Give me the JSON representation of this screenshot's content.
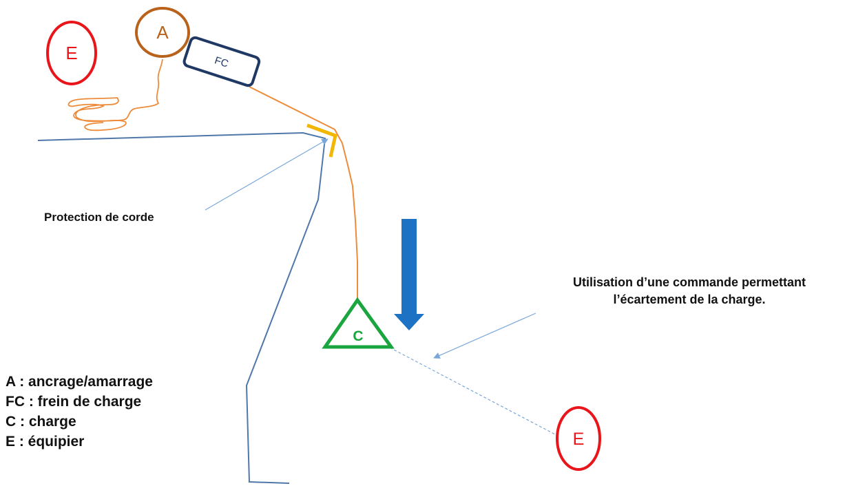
{
  "diagram": {
    "nodes": {
      "anchor": {
        "label": "A"
      },
      "load_brake": {
        "label": "FC"
      },
      "load": {
        "label": "C"
      },
      "teammate_top": {
        "label": "E"
      },
      "teammate_bottom": {
        "label": "E"
      }
    },
    "annotations": {
      "rope_protection": "Protection de corde",
      "guide_line_line1": "Utilisation d’une commande permettant",
      "guide_line_line2": "l’écartement  de la charge."
    },
    "legend": [
      "A : ancrage/amarrage",
      "FC : frein de charge",
      "C : charge",
      "E : équipier"
    ],
    "colors": {
      "teammate": "#e8161a",
      "anchor": "#b8621b",
      "brake": "#1f3864",
      "rope": "#ed8b3a",
      "load": "#1aa53f",
      "protection": "#f2b705",
      "terrain": "#4f77aa",
      "arrow": "#1e72c4",
      "pointer": "#7aa7d9"
    }
  }
}
